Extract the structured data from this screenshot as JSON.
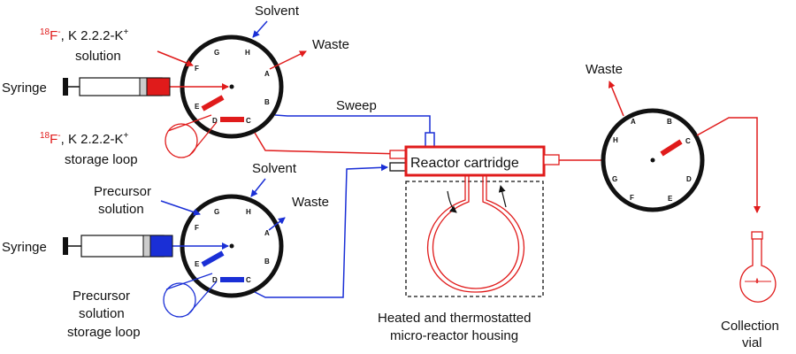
{
  "colors": {
    "red": "#e01b1b",
    "blue": "#1a2fd6",
    "black": "#111111"
  },
  "valve1": {
    "name": "fluoride-valve",
    "inlet_label_sup_iso": "18",
    "inlet_label_text": "F",
    "inlet_label_rest": ", K 2.2.2-K",
    "inlet_label_line2": "solution",
    "solvent": "Solvent",
    "waste": "Waste",
    "syringe": "Syringe",
    "loop_label_line1_rest": ", K 2.2.2-K",
    "loop_label_line2": "storage loop",
    "ports": {
      "G": "G",
      "H": "H",
      "A": "A",
      "B": "B",
      "C": "C",
      "D": "D",
      "E": "E",
      "F": "F"
    }
  },
  "sweep": "Sweep",
  "reactor": {
    "label": "Reactor cartridge",
    "housing_line1": "Heated and thermostatted",
    "housing_line2": "micro-reactor housing"
  },
  "valve2": {
    "solvent": "Solvent",
    "waste": "Waste",
    "precursor_line1": "Precursor",
    "precursor_line2": "solution",
    "syringe": "Syringe",
    "loop_line1": "Precursor",
    "loop_line2": "solution",
    "loop_line3": "storage loop",
    "ports": {
      "G": "G",
      "H": "H",
      "A": "A",
      "B": "B",
      "C": "C",
      "D": "D",
      "E": "E",
      "F": "F"
    }
  },
  "valve3": {
    "waste": "Waste",
    "ports": {
      "A": "A",
      "B": "B",
      "C": "C",
      "D": "D",
      "E": "E",
      "F": "F",
      "G": "G",
      "H": "H"
    }
  },
  "collection": {
    "line1": "Collection",
    "line2": "vial"
  }
}
